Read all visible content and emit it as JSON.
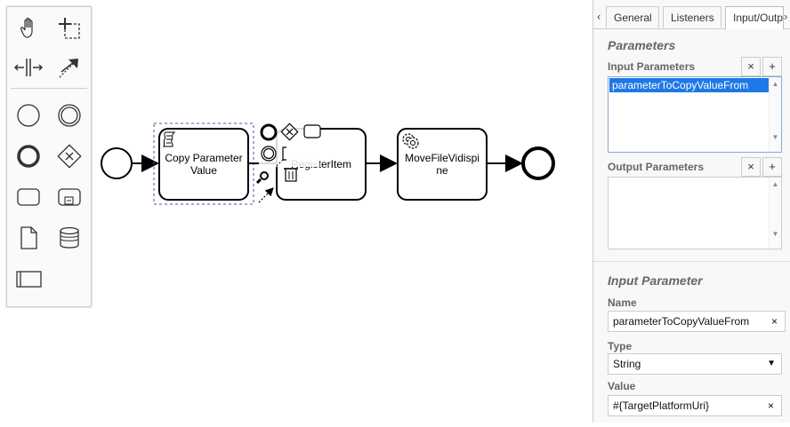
{
  "diagram": {
    "tasks": [
      {
        "name": "Copy Parameter Value"
      },
      {
        "name": "RegisterItem"
      },
      {
        "name": "MoveFileVidispine"
      }
    ]
  },
  "palette": {
    "tools": [
      "hand-tool-icon",
      "lasso-tool-icon",
      "space-tool-icon",
      "connect-tool-icon",
      "start-event-icon",
      "intermediate-event-icon",
      "end-event-icon",
      "gateway-icon",
      "task-icon",
      "subprocess-icon",
      "data-object-icon",
      "data-store-icon",
      "participant-icon"
    ]
  },
  "panel": {
    "tabs": [
      {
        "label": "General"
      },
      {
        "label": "Listeners"
      },
      {
        "label": "Input/Output"
      }
    ],
    "group_title": "Parameters",
    "input_parameters_label": "Input Parameters",
    "input_parameters_items": [
      "parameterToCopyValueFrom"
    ],
    "output_parameters_label": "Output Parameters",
    "detail_title": "Input Parameter",
    "name_label": "Name",
    "name_value": "parameterToCopyValueFrom",
    "type_label": "Type",
    "type_value": "String",
    "value_label": "Value",
    "value_value": "#{TargetPlatformUri}",
    "clear_symbol": "×",
    "add_symbol": "+"
  }
}
